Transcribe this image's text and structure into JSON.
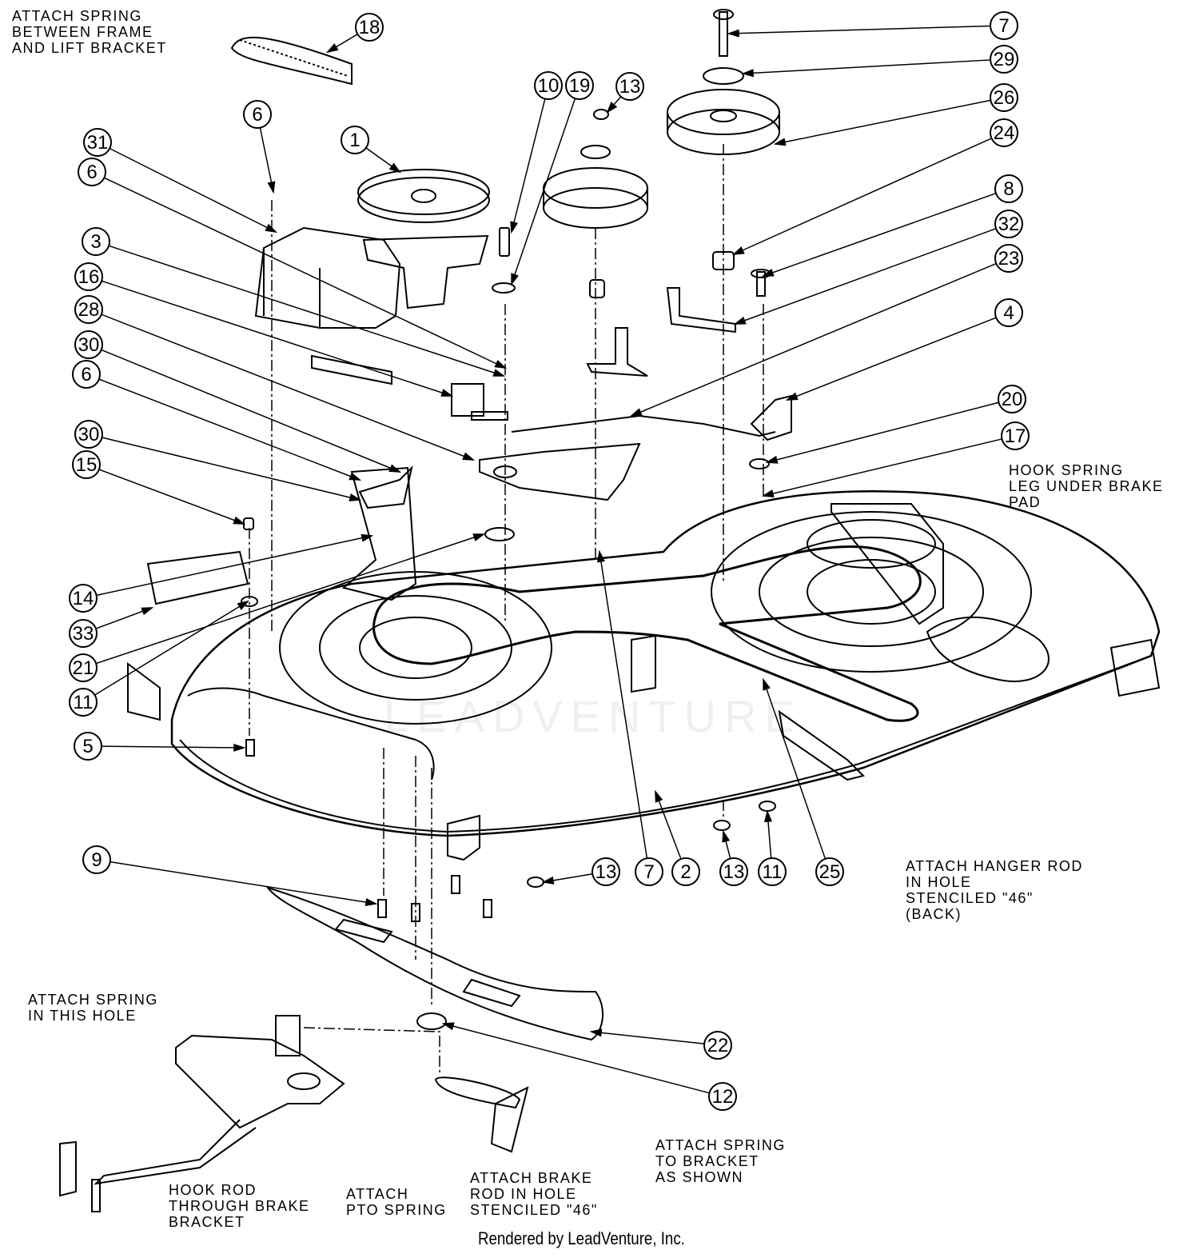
{
  "diagram": {
    "callouts": [
      "18",
      "7",
      "29",
      "26",
      "24",
      "10",
      "19",
      "13",
      "6",
      "1",
      "31",
      "6",
      "8",
      "32",
      "3",
      "23",
      "16",
      "28",
      "4",
      "30",
      "6",
      "20",
      "17",
      "30",
      "15",
      "14",
      "33",
      "21",
      "11",
      "5",
      "9",
      "13",
      "7",
      "2",
      "13",
      "11",
      "25",
      "22",
      "12"
    ],
    "notes": {
      "spring_frame": [
        "ATTACH SPRING",
        "BETWEEN FRAME",
        "AND LIFT BRACKET"
      ],
      "hook_spring": [
        "HOOK SPRING",
        "LEG UNDER BRAKE",
        "PAD"
      ],
      "hanger_rod": [
        "ATTACH HANGER ROD",
        "IN HOLE",
        "STENCILED \"46\"",
        "(BACK)"
      ],
      "spring_hole": [
        "ATTACH SPRING",
        "IN THIS HOLE"
      ],
      "spring_bracket": [
        "ATTACH SPRING",
        "TO BRACKET",
        "AS SHOWN"
      ],
      "brake_rod": [
        "ATTACH BRAKE",
        "ROD IN HOLE",
        "STENCILED \"46\""
      ],
      "hook_rod": [
        "HOOK ROD",
        "THROUGH BRAKE",
        "BRACKET"
      ],
      "pto_spring": [
        "ATTACH",
        "PTO SPRING"
      ]
    },
    "watermark": "LEADVENTURE",
    "footer": "Rendered by LeadVenture, Inc."
  }
}
